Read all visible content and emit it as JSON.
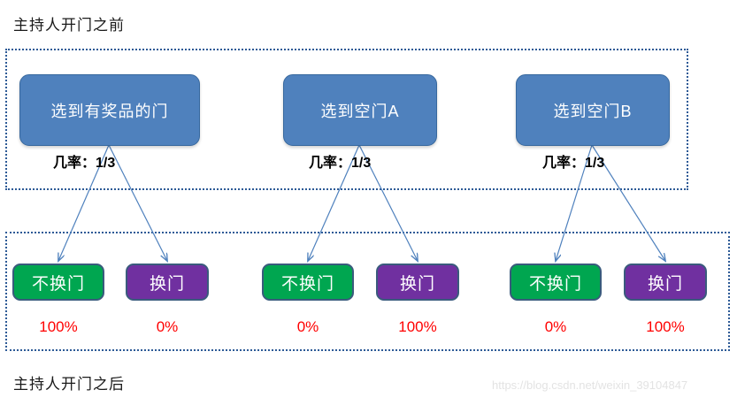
{
  "captions": {
    "before": "主持人开门之前",
    "after": "主持人开门之后"
  },
  "top_row": {
    "doors": [
      {
        "label": "选到有奖品的门",
        "probability": "几率：1/3"
      },
      {
        "label": "选到空门A",
        "probability": "几率：1/3"
      },
      {
        "label": "选到空门B",
        "probability": "几率：1/3"
      }
    ]
  },
  "bottom_row": {
    "choices": [
      {
        "label": "不换门",
        "percent": "100%",
        "kind": "keep"
      },
      {
        "label": "换门",
        "percent": "0%",
        "kind": "switch"
      },
      {
        "label": "不换门",
        "percent": "0%",
        "kind": "keep"
      },
      {
        "label": "换门",
        "percent": "100%",
        "kind": "switch"
      },
      {
        "label": "不换门",
        "percent": "0%",
        "kind": "keep"
      },
      {
        "label": "换门",
        "percent": "100%",
        "kind": "switch"
      }
    ]
  },
  "watermark": "https://blog.csdn.net/weixin_39104847",
  "colors": {
    "door_blue": "#4f81bd",
    "keep_green": "#00a650",
    "switch_purple": "#7030a0",
    "percent_red": "#ff0000",
    "dashed_border": "#2d5a96",
    "arrow": "#4f81bd"
  }
}
